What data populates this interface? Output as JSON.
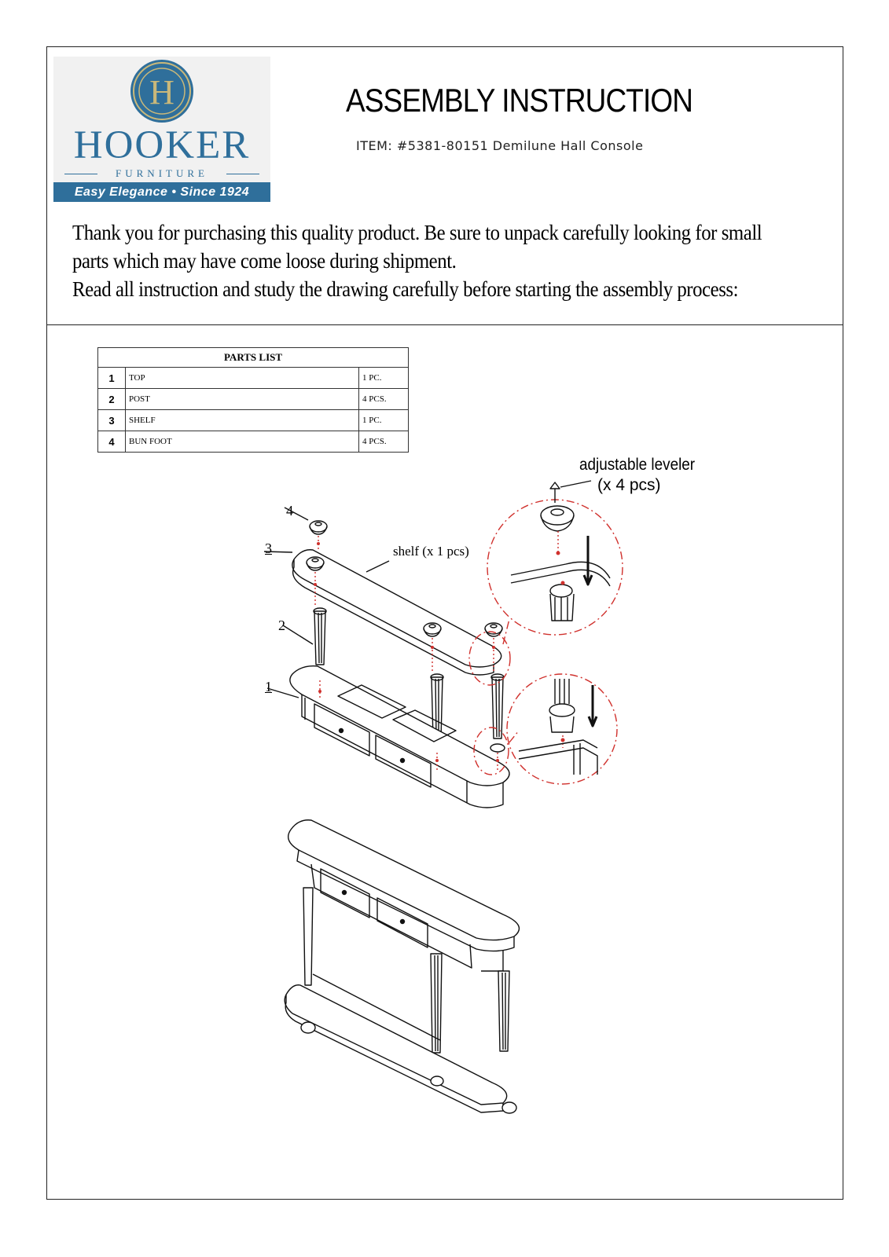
{
  "logo": {
    "brand": "HOOKER",
    "sub": "FURNITURE",
    "tagline": "Easy Elegance • Since 1924",
    "monogram": "H"
  },
  "header": {
    "title": "ASSEMBLY INSTRUCTION",
    "item": "ITEM: #5381-80151 Demilune Hall Console"
  },
  "intro": {
    "line1": "Thank you for purchasing this quality product. Be sure to unpack  carefully looking for small",
    "line2": "parts which may have come loose  during shipment.",
    "line3": "Read all instruction and study the drawing carefully before starting the assembly process:"
  },
  "parts_list": {
    "title": "PARTS LIST",
    "rows": [
      {
        "num": "1",
        "name": "TOP",
        "qty": "1 PC."
      },
      {
        "num": "2",
        "name": "POST",
        "qty": "4 PCS."
      },
      {
        "num": "3",
        "name": "SHELF",
        "qty": "1 PC."
      },
      {
        "num": "4",
        "name": "BUN  FOOT",
        "qty": "4 PCS."
      }
    ]
  },
  "diagram": {
    "leveler_label": "adjustable leveler",
    "leveler_qty": "(x 4 pcs)",
    "shelf_label": "shelf (x 1 pcs)",
    "callouts": [
      "4",
      "3",
      "2",
      "1"
    ],
    "accent_color": "#d0312d"
  }
}
